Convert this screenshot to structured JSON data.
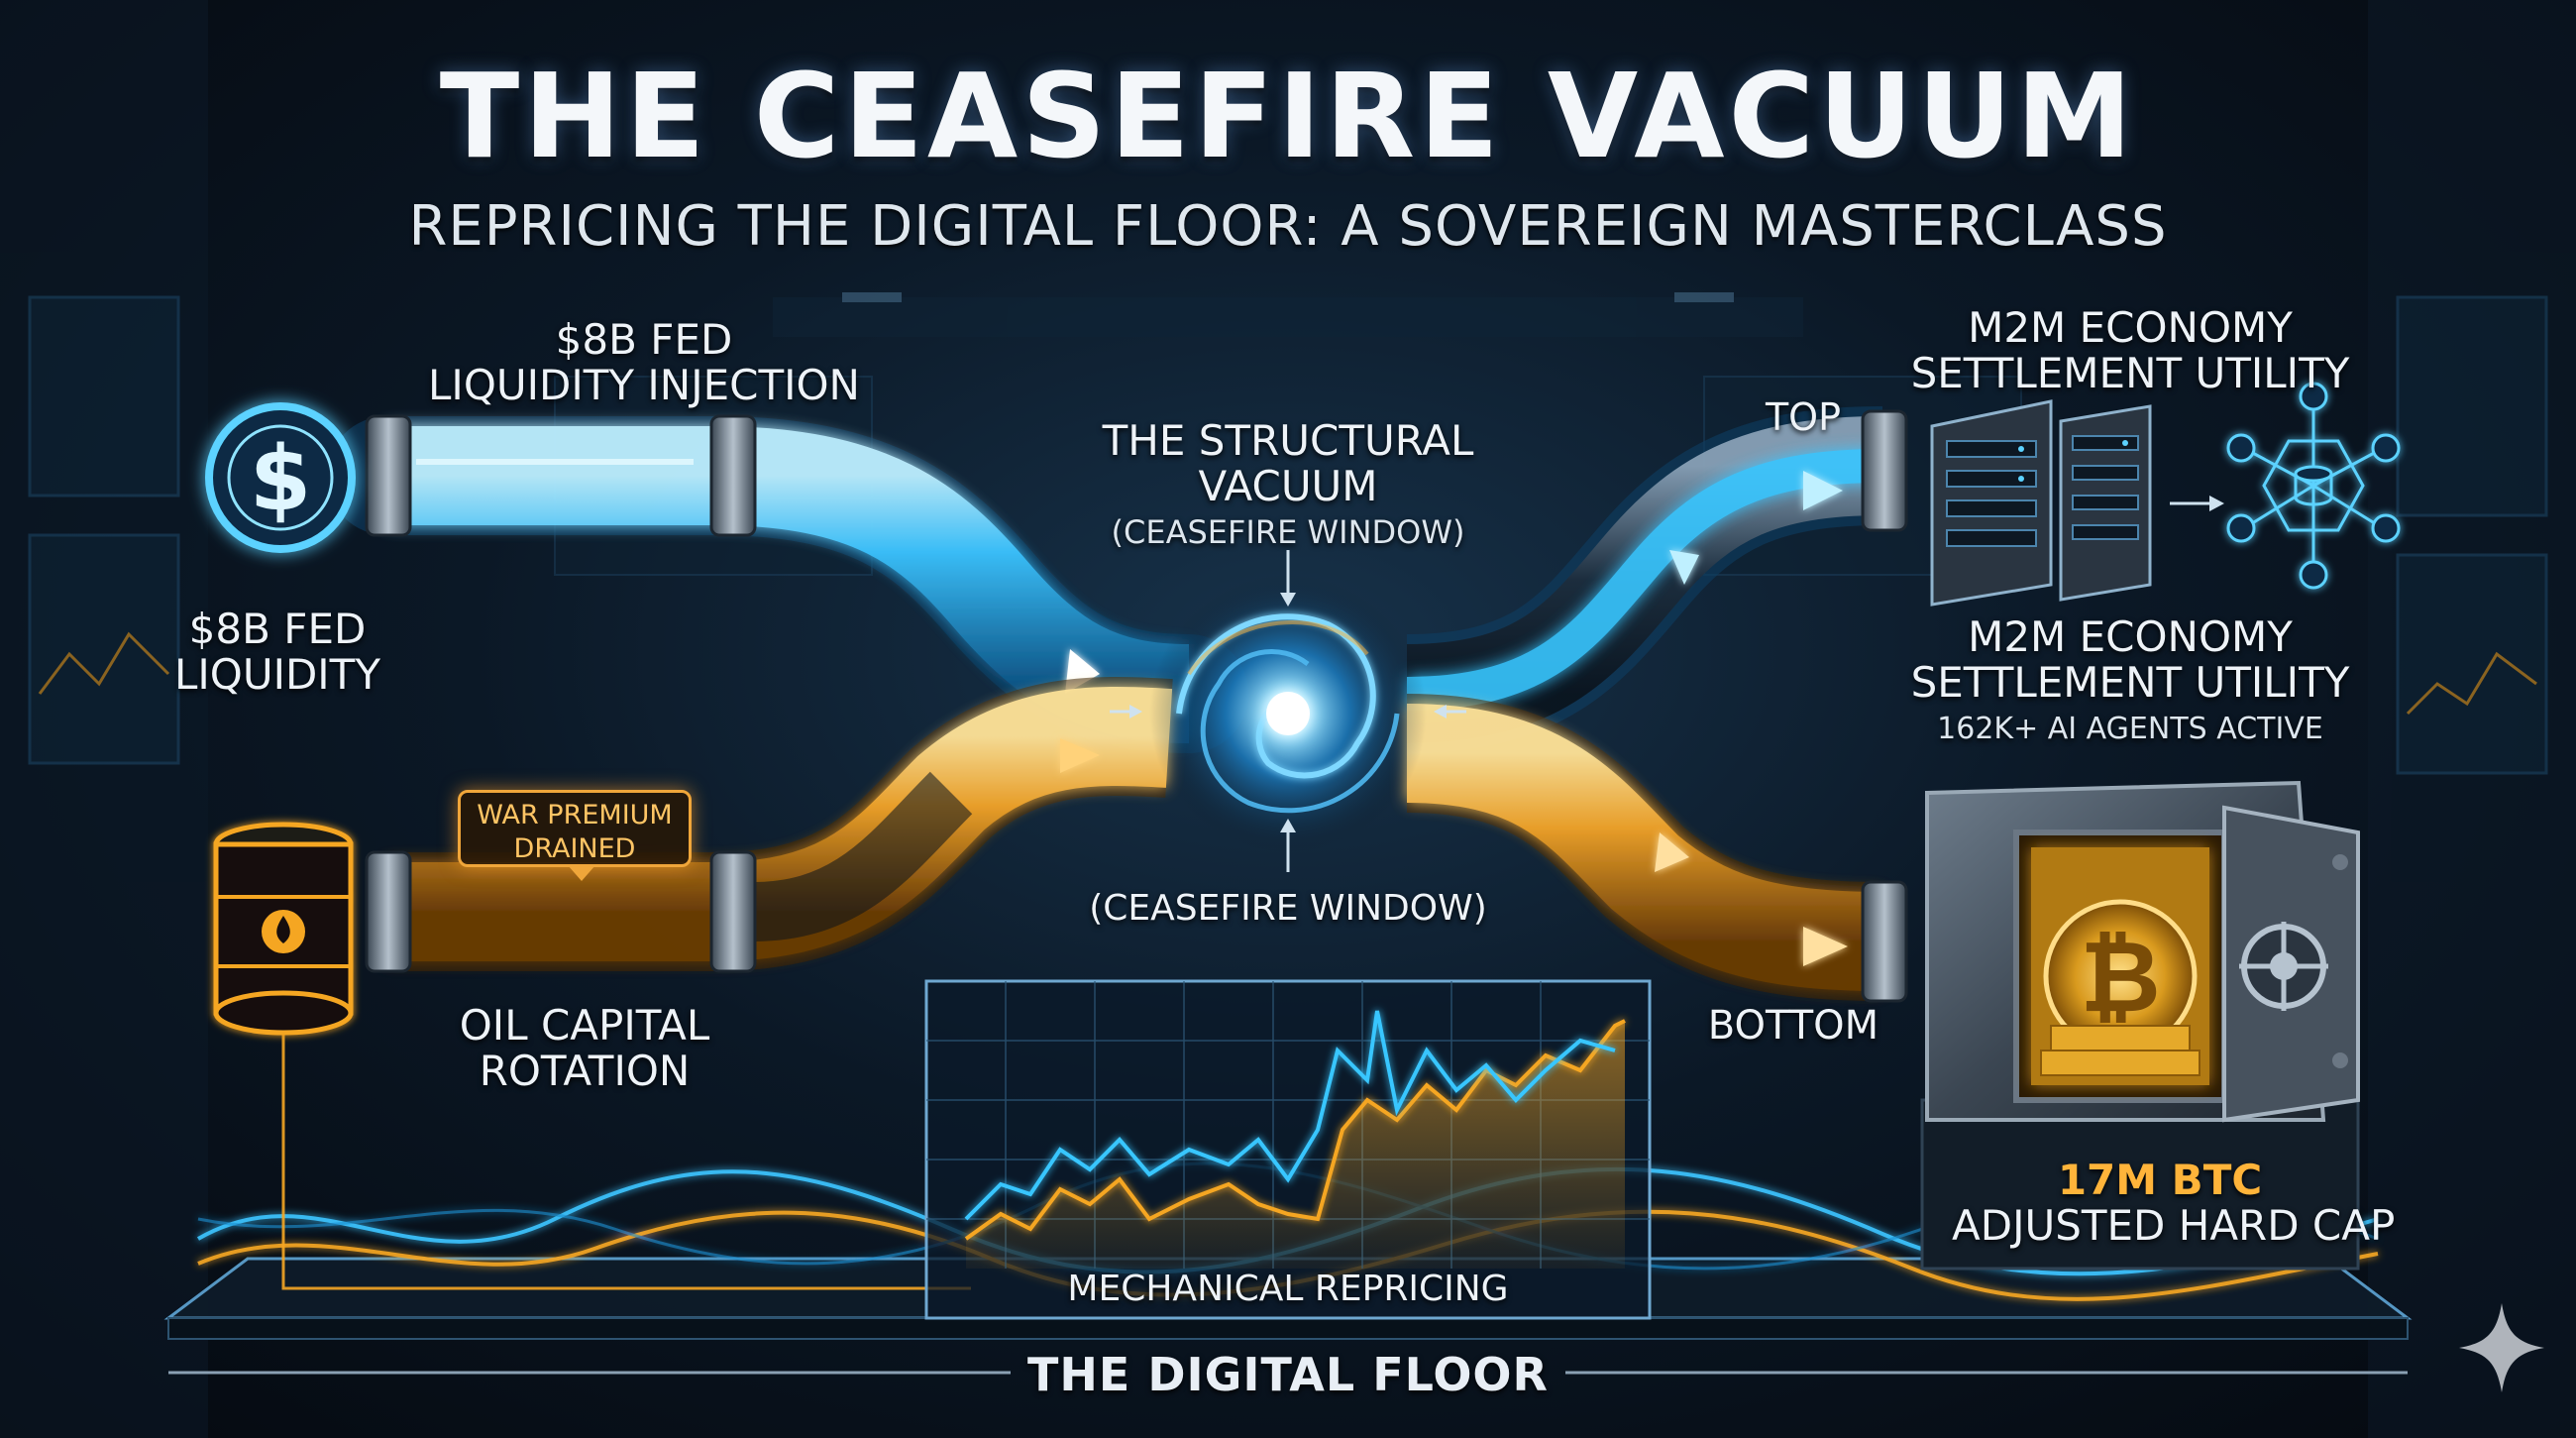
{
  "header": {
    "title": "THE CEASEFIRE VACUUM",
    "subtitle": "REPRICING THE DIGITAL FLOOR: A SOVEREIGN MASTERCLASS"
  },
  "inputs": {
    "fed_injection_line1": "$8B FED",
    "fed_injection_line2": "LIQUIDITY INJECTION",
    "fed_liquidity_line1": "$8B FED",
    "fed_liquidity_line2": "LIQUIDITY",
    "war_premium_line1": "WAR PREMIUM",
    "war_premium_line2": "DRAINED",
    "oil_line1": "OIL CAPITAL",
    "oil_line2": "ROTATION"
  },
  "center": {
    "vacuum_line1": "THE STRUCTURAL",
    "vacuum_line2": "VACUUM",
    "vacuum_line3": "(CEASEFIRE WINDOW)",
    "window_label": "(CEASEFIRE WINDOW)"
  },
  "outputs": {
    "top_label": "TOP",
    "bottom_label": "BOTTOM",
    "m2m_top_line1": "M2M ECONOMY",
    "m2m_top_line2": "SETTLEMENT UTILITY",
    "m2m_line1": "M2M ECONOMY",
    "m2m_line2": "SETTLEMENT UTILITY",
    "agents": "162K+ AI AGENTS ACTIVE",
    "btc_line1": "17M BTC",
    "btc_line2": "ADJUSTED HARD CAP"
  },
  "chart": {
    "label": "MECHANICAL REPRICING"
  },
  "floor": {
    "label": "THE DIGITAL FLOOR"
  },
  "icons": {
    "dollar": "$",
    "bitcoin": "₿"
  },
  "colors": {
    "liquidity_blue": "#39c6ff",
    "oil_gold": "#f5a623",
    "background": "#0b1826"
  }
}
